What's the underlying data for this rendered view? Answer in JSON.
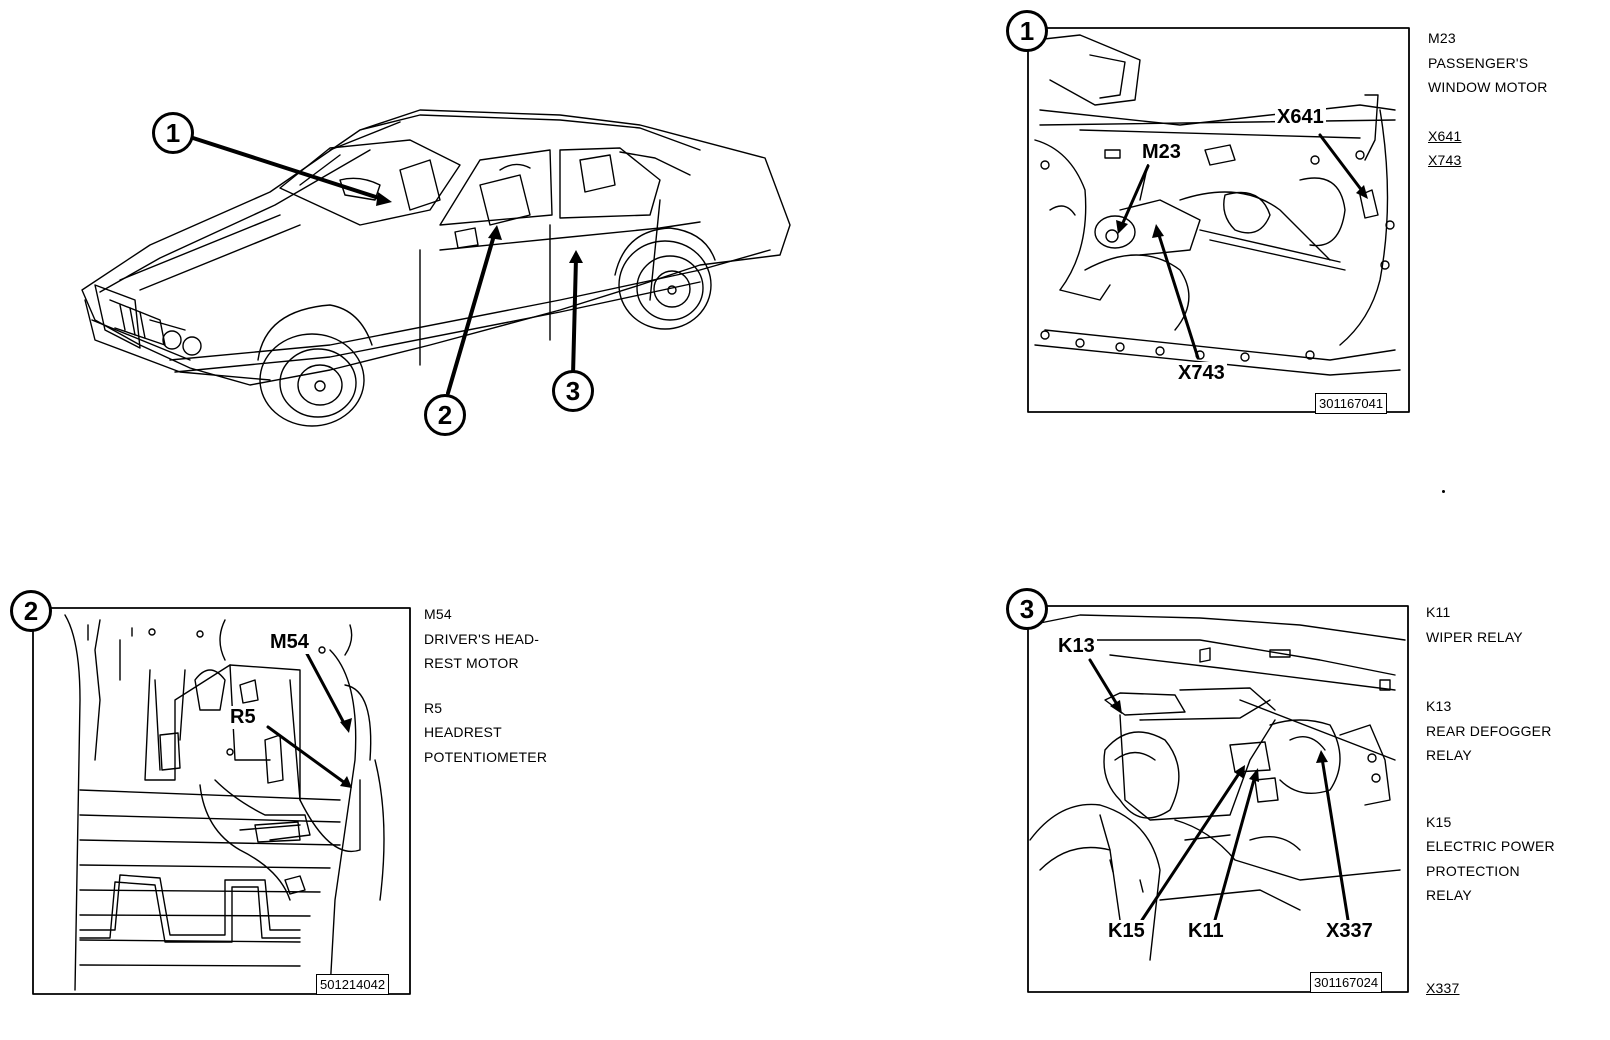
{
  "overview": {
    "callouts": [
      "1",
      "2",
      "3"
    ]
  },
  "panel1": {
    "number": "1",
    "labels": [
      "M23",
      "X641",
      "X743"
    ],
    "figure_id": "301167041",
    "caption": {
      "component_code": "M23",
      "component_name_lines": [
        "PASSENGER'S",
        "WINDOW MOTOR"
      ],
      "connectors": [
        "X641",
        "X743"
      ]
    }
  },
  "panel2": {
    "number": "2",
    "labels": [
      "M54",
      "R5"
    ],
    "figure_id": "501214042",
    "caption": {
      "entries": [
        {
          "code": "M54",
          "name_lines": [
            "DRIVER'S HEAD-",
            "REST MOTOR"
          ]
        },
        {
          "code": "R5",
          "name_lines": [
            "HEADREST",
            "POTENTIOMETER"
          ]
        }
      ]
    }
  },
  "panel3": {
    "number": "3",
    "labels": [
      "K13",
      "K15",
      "K11",
      "X337"
    ],
    "figure_id": "301167024",
    "caption": {
      "entries": [
        {
          "code": "K11",
          "name_lines": [
            "WIPER RELAY"
          ]
        },
        {
          "code": "K13",
          "name_lines": [
            "REAR DEFOGGER",
            "RELAY"
          ]
        },
        {
          "code": "K15",
          "name_lines": [
            "ELECTRIC POWER",
            "PROTECTION",
            "RELAY"
          ]
        }
      ],
      "connector": "X337"
    }
  }
}
